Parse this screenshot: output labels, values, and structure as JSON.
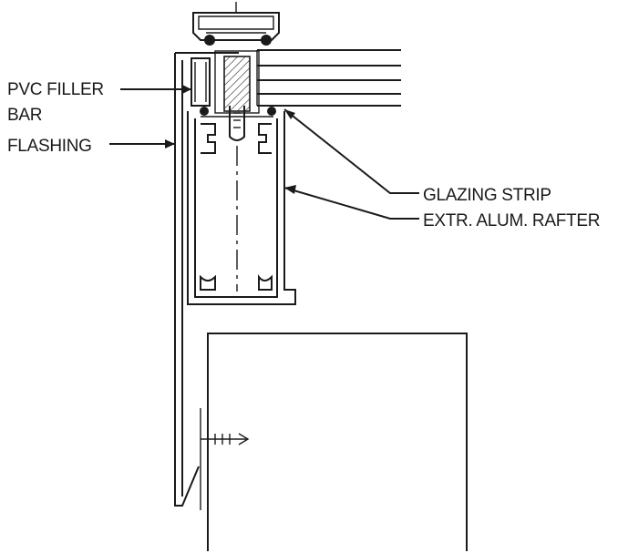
{
  "labels": {
    "pvc_filler_bar_line1": "PVC FILLER",
    "pvc_filler_bar_line2": "BAR",
    "flashing": "FLASHING",
    "glazing_strip": "GLAZING STRIP",
    "rafter": "EXTR. ALUM. RAFTER"
  },
  "colors": {
    "ink": "#1a1a1a",
    "paper": "#ffffff"
  }
}
